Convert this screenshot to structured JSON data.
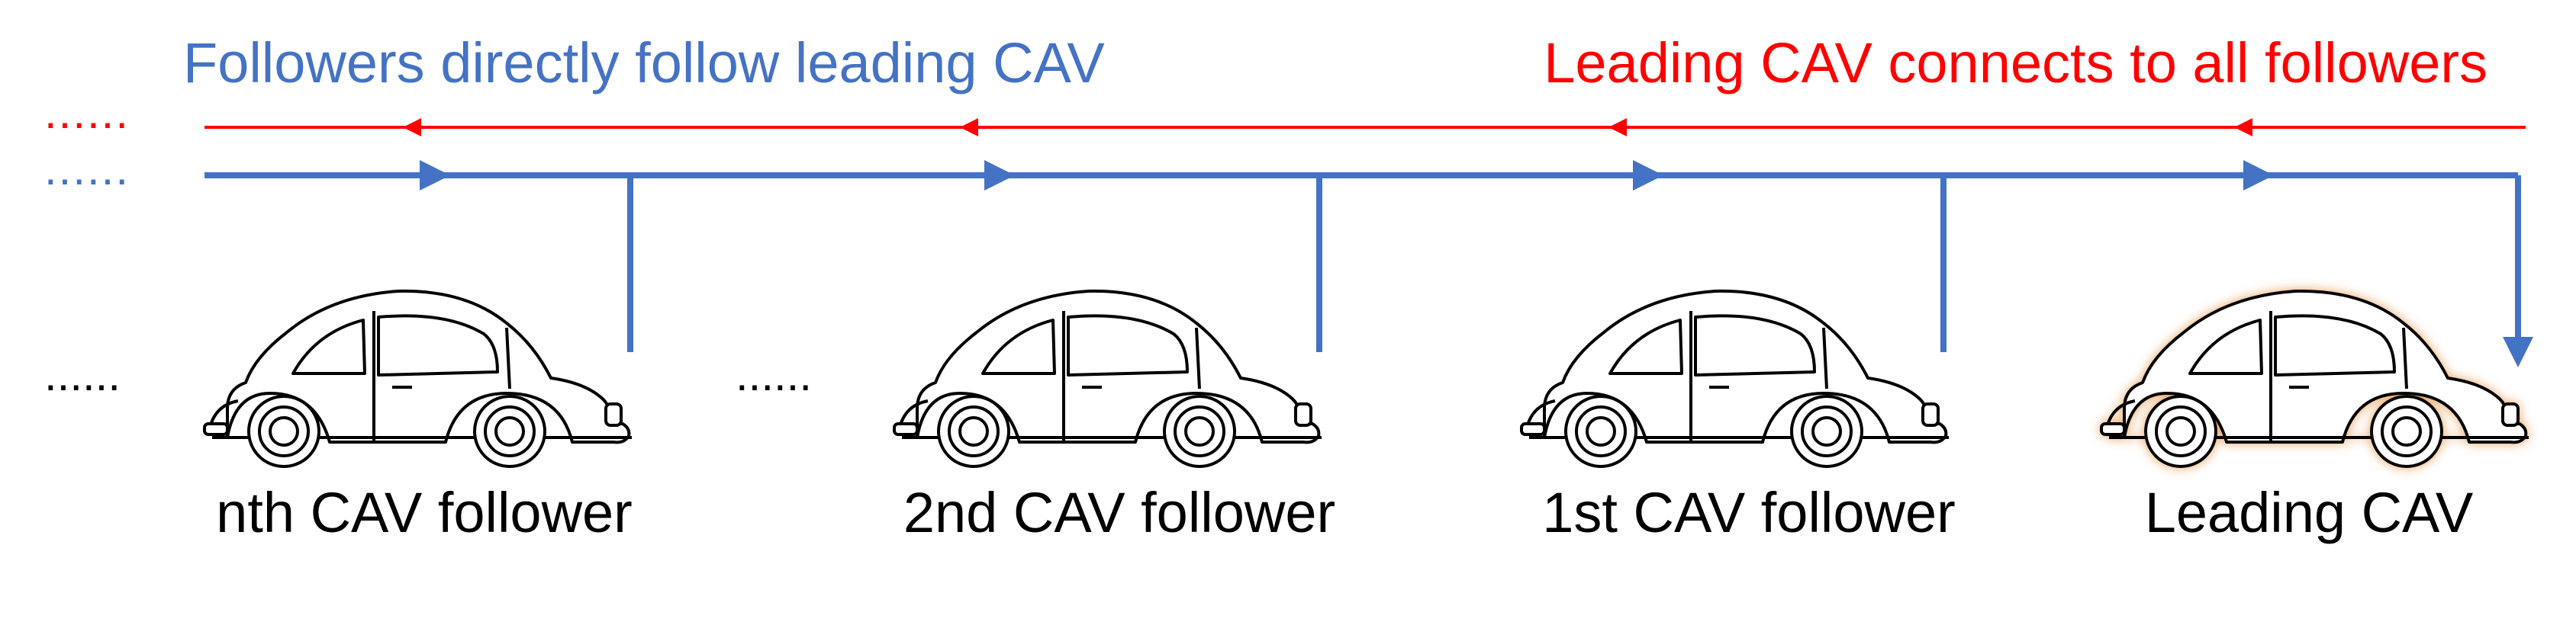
{
  "titles": {
    "followers_follow": "Followers directly follow leading CAV",
    "leader_connects": "Leading CAV connects to all followers"
  },
  "legend": {
    "red_dots": "......",
    "blue_dots": "......"
  },
  "ellipses": {
    "left": "......",
    "between": "......"
  },
  "cars": [
    {
      "label": "nth CAV follower"
    },
    {
      "label": "2nd CAV follower"
    },
    {
      "label": "1st CAV follower"
    },
    {
      "label": "Leading CAV"
    }
  ],
  "colors": {
    "leader_link": "#FF0000",
    "follower_link": "#4472C4",
    "car_outline": "#000000",
    "leading_car_glow": "#E6A15C"
  }
}
